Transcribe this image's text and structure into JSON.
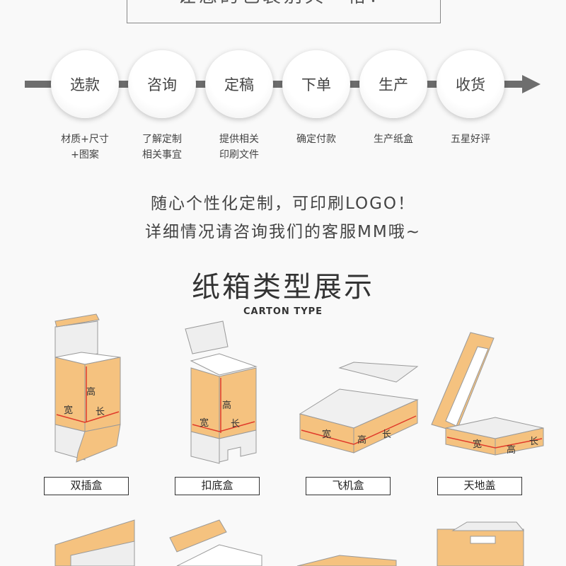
{
  "banner": {
    "text": "让您的包装别具一格！"
  },
  "flow": {
    "steps": [
      {
        "label": "选款",
        "desc1": "材质+尺寸",
        "desc2": "+图案"
      },
      {
        "label": "咨询",
        "desc1": "了解定制",
        "desc2": "相关事宜"
      },
      {
        "label": "定稿",
        "desc1": "提供相关",
        "desc2": "印刷文件"
      },
      {
        "label": "下单",
        "desc1": "确定付款",
        "desc2": ""
      },
      {
        "label": "生产",
        "desc1": "生产纸盒",
        "desc2": ""
      },
      {
        "label": "收货",
        "desc1": "五星好评",
        "desc2": ""
      }
    ],
    "arrow_icon": "arrow-right-icon"
  },
  "slogan": {
    "line1": "随心个性化定制，可印刷LOGO！",
    "line2": "详细情况请咨询我们的客服MM哦~"
  },
  "section": {
    "title": "纸箱类型展示",
    "subtitle": "CARTON TYPE"
  },
  "dims": {
    "height": "高",
    "width": "宽",
    "length": "长"
  },
  "cartons": [
    {
      "label": "双插盒"
    },
    {
      "label": "扣底盒"
    },
    {
      "label": "飞机盒"
    },
    {
      "label": "天地盖"
    }
  ],
  "colors": {
    "carton": "#f5c27f",
    "dimension_line": "#e03a2a",
    "flow_line": "#6e6e6e"
  }
}
